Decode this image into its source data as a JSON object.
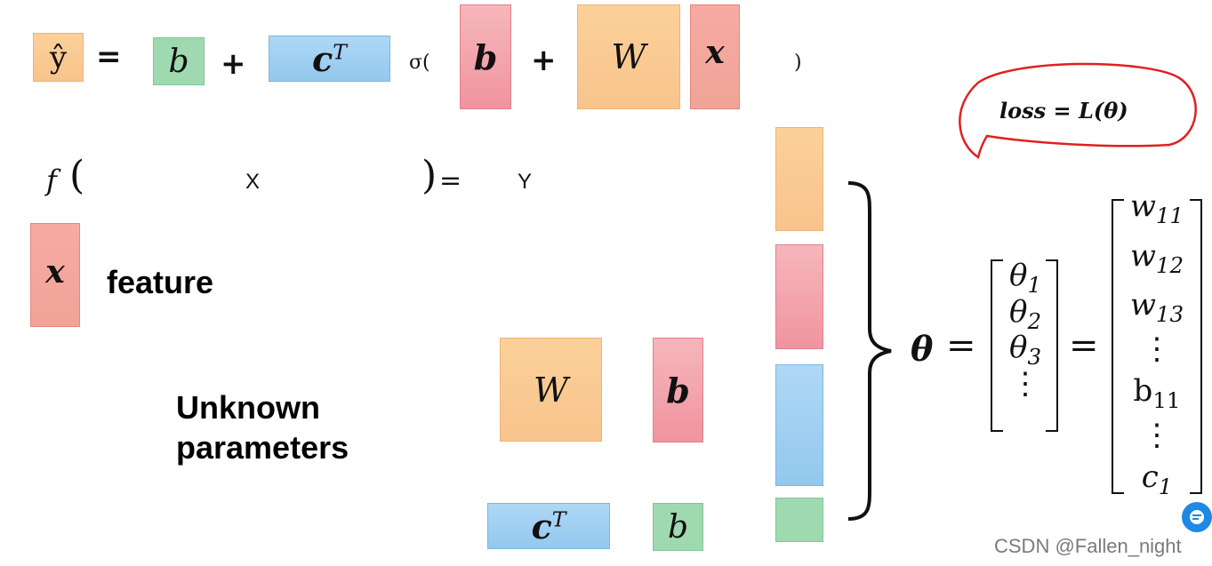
{
  "equation": {
    "yhat": "ŷ",
    "equals": "=",
    "b1": "b",
    "plus1": "+",
    "cT": "c",
    "cT_sup": "T",
    "sigma_open": "σ(",
    "b2": "b",
    "plus2": "+",
    "W": "W",
    "x": "x",
    "close": ")"
  },
  "loss": {
    "text": "loss = L(θ)"
  },
  "function": {
    "f": "f",
    "open": "(",
    "X": "X",
    "close": ")",
    "equals": "=",
    "Y": "Y"
  },
  "feature": {
    "x": "x",
    "label": "feature"
  },
  "unknown": {
    "line1": "Unknown",
    "line2": "parameters"
  },
  "params": {
    "W": "W",
    "b_pink": "b",
    "cT": "c",
    "cT_sup": "T",
    "b_green": "b"
  },
  "theta": {
    "symbol": "θ",
    "eq1": "=",
    "eq2": "=",
    "vector": [
      "θ1",
      "θ2",
      "θ3",
      "⋮"
    ],
    "expanded": [
      "w11",
      "w12",
      "w13",
      "⋮",
      "b11",
      "⋮",
      "c1"
    ]
  },
  "watermark": {
    "text": "CSDN @Fallen_night"
  },
  "colors": {
    "orange": "#f8c48d",
    "green": "#9fd9b0",
    "blue": "#93c8ee",
    "pink": "#f0949f",
    "salmon": "#f0a497",
    "loss_outline": "#e02020",
    "badge": "#1e88e5"
  }
}
